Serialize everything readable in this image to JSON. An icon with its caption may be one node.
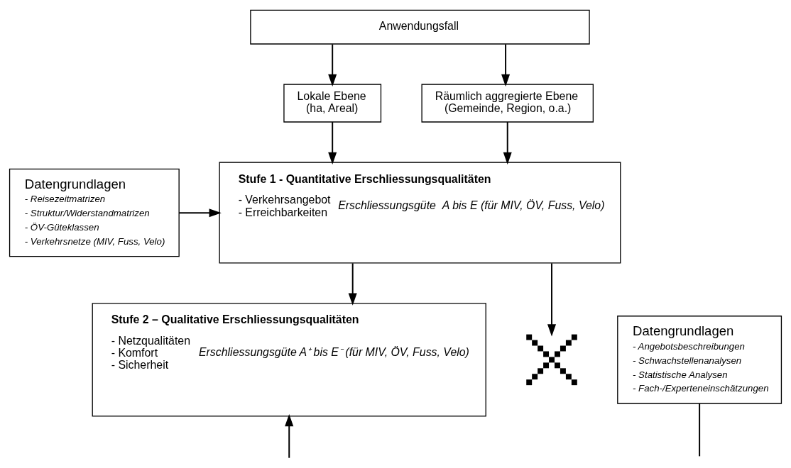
{
  "diagram": {
    "nodes": [
      {
        "text": [
          "Anwendungsfall"
        ]
      },
      {
        "text": [
          "Lokale Ebene",
          "(ha, Areal)"
        ]
      },
      {
        "text": [
          "Räumlich aggregierte Ebene",
          "(Gemeinde, Region, o.a.)"
        ]
      },
      {
        "text": [
          "Stufe 1 - Quantitative Erschliessungsqualitäten",
          "- Verkehrsangebot",
          "- Erreichbarkeiten",
          "Erschliessungsgüte  A bis E (für MIV, ÖV, Fuss, Velo)"
        ]
      },
      {
        "text": [
          "Datengrundlagen",
          "- Reisezeitmatrizen",
          "- Struktur/Widerstandmatrizen",
          "- ÖV-Güteklassen",
          "- Verkehrsnetze (MIV, Fuss, Velo)"
        ]
      },
      {
        "text": [
          "Stufe 2 – Qualitative Erschliessungsqualitäten",
          "- Netzqualitäten",
          "- Komfort",
          "- Sicherheit",
          "Erschliessungsgüte A⁺ bis E⁻ (für MIV, ÖV, Fuss, Velo)"
        ]
      },
      {
        "text": [],
        "shape": "cross"
      },
      {
        "text": [
          "Datengrundlagen",
          "- Angebotsbeschreibungen",
          "- Schwachstellenanalysen",
          "- Statistische Analysen",
          "- Fach-/Experteneinschätzungen"
        ]
      }
    ],
    "edges": [
      {
        "from": 0,
        "to": 1,
        "arrow": "to"
      },
      {
        "from": 0,
        "to": 2,
        "arrow": "to"
      },
      {
        "from": 1,
        "to": 3,
        "arrow": "to"
      },
      {
        "from": 2,
        "to": 3,
        "arrow": "to"
      },
      {
        "from": 4,
        "to": 3,
        "arrow": "to"
      },
      {
        "from": 3,
        "to": 5,
        "arrow": "to"
      },
      {
        "from": 3,
        "to": 6,
        "arrow": "to"
      },
      {
        "from": null,
        "to": 5,
        "arrow": "to"
      },
      {
        "from": 7,
        "to": null,
        "arrow": "none"
      }
    ]
  }
}
